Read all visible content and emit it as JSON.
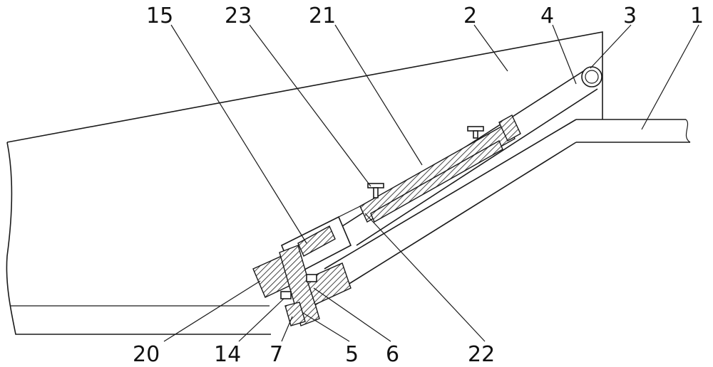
{
  "figure": {
    "labels": {
      "l1": "1",
      "l2": "2",
      "l3": "3",
      "l4": "4",
      "l5": "5",
      "l6": "6",
      "l7": "7",
      "l14": "14",
      "l15": "15",
      "l20": "20",
      "l21": "21",
      "l22": "22",
      "l23": "23"
    }
  }
}
